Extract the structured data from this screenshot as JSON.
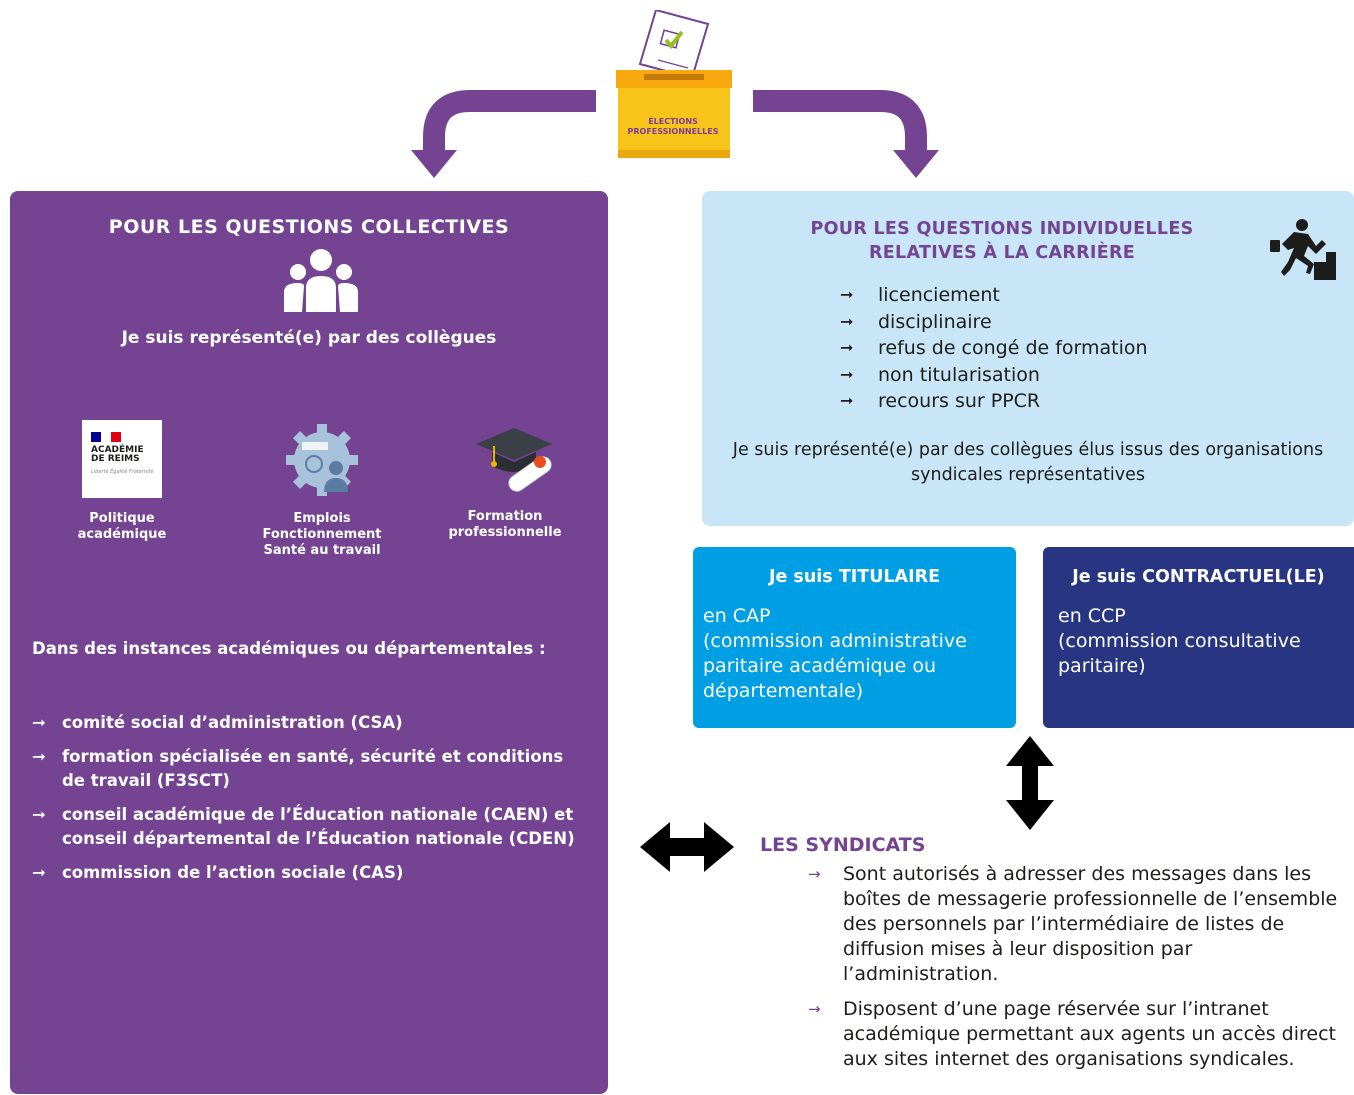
{
  "ballot": {
    "label_line1": "ÉLECTIONS",
    "label_line2": "PROFESSIONNELLES"
  },
  "collective": {
    "title": "POUR LES QUESTIONS COLLECTIVES",
    "subtitle": "Je suis représenté(e) par des collègues",
    "logo": {
      "line1": "ACADÉMIE",
      "line2": "DE REIMS",
      "motto": "Liberté Égalité Fraternité"
    },
    "themes": [
      {
        "icon": "academie-logo",
        "caption_line1": "Politique",
        "caption_line2": "académique",
        "caption_line3": ""
      },
      {
        "icon": "gear-person-icon",
        "caption_line1": "Emplois",
        "caption_line2": "Fonctionnement",
        "caption_line3": "Santé au travail"
      },
      {
        "icon": "graduation-cap-icon",
        "caption_line1": "Formation",
        "caption_line2": "professionnelle",
        "caption_line3": ""
      }
    ],
    "instances_intro": "Dans des instances académiques ou départementales :",
    "instances": [
      "comité social d’administration (CSA)",
      "formation spécialisée en santé, sécurité et conditions de travail (F3SCT)",
      "conseil académique de l’Éducation nationale (CAEN) et conseil départemental de l’Éducation nationale (CDEN)",
      "commission de l’action sociale (CAS)"
    ],
    "bullet": "➞"
  },
  "individual": {
    "title_line1": "POUR LES QUESTIONS INDIVIDUELLES",
    "title_line2": "RELATIVES À LA CARRIÈRE",
    "items": [
      "licenciement",
      "disciplinaire",
      "refus de congé de formation",
      "non titularisation",
      "recours sur PPCR"
    ],
    "bullet": "➞",
    "representation": "Je suis représenté(e) par des collègues élus issus des organisations syndicales représentatives"
  },
  "titulaire": {
    "head_prefix": "Je suis ",
    "head_strong": "TITULAIRE",
    "body_line1": "en CAP",
    "body_line2": "(commission administrative",
    "body_line3": "paritaire académique ou",
    "body_line4": "départementale)"
  },
  "contractuel": {
    "head_prefix": "Je suis ",
    "head_strong": "CONTRACTUEL(LE)",
    "body_line1": "en CCP",
    "body_line2": "(commission consultative",
    "body_line3": "paritaire)"
  },
  "syndicats": {
    "title": "LES SYNDICATS",
    "bullet": "→",
    "items": [
      "Sont autorisés à adresser des messages dans les boîtes de messagerie professionnelle de l’ensemble des personnels par l’intermédiaire de listes de diffusion mises à leur disposition par l’administration.",
      "Disposent d’une page réservée sur l’intranet académique permettant aux agents un accès direct aux sites internet des organisations syndicales."
    ]
  },
  "colors": {
    "purple": "#744493",
    "light_blue": "#c8e6f8",
    "cyan": "#009fe3",
    "navy": "#283583",
    "ballot_yellow": "#f9c41a"
  }
}
